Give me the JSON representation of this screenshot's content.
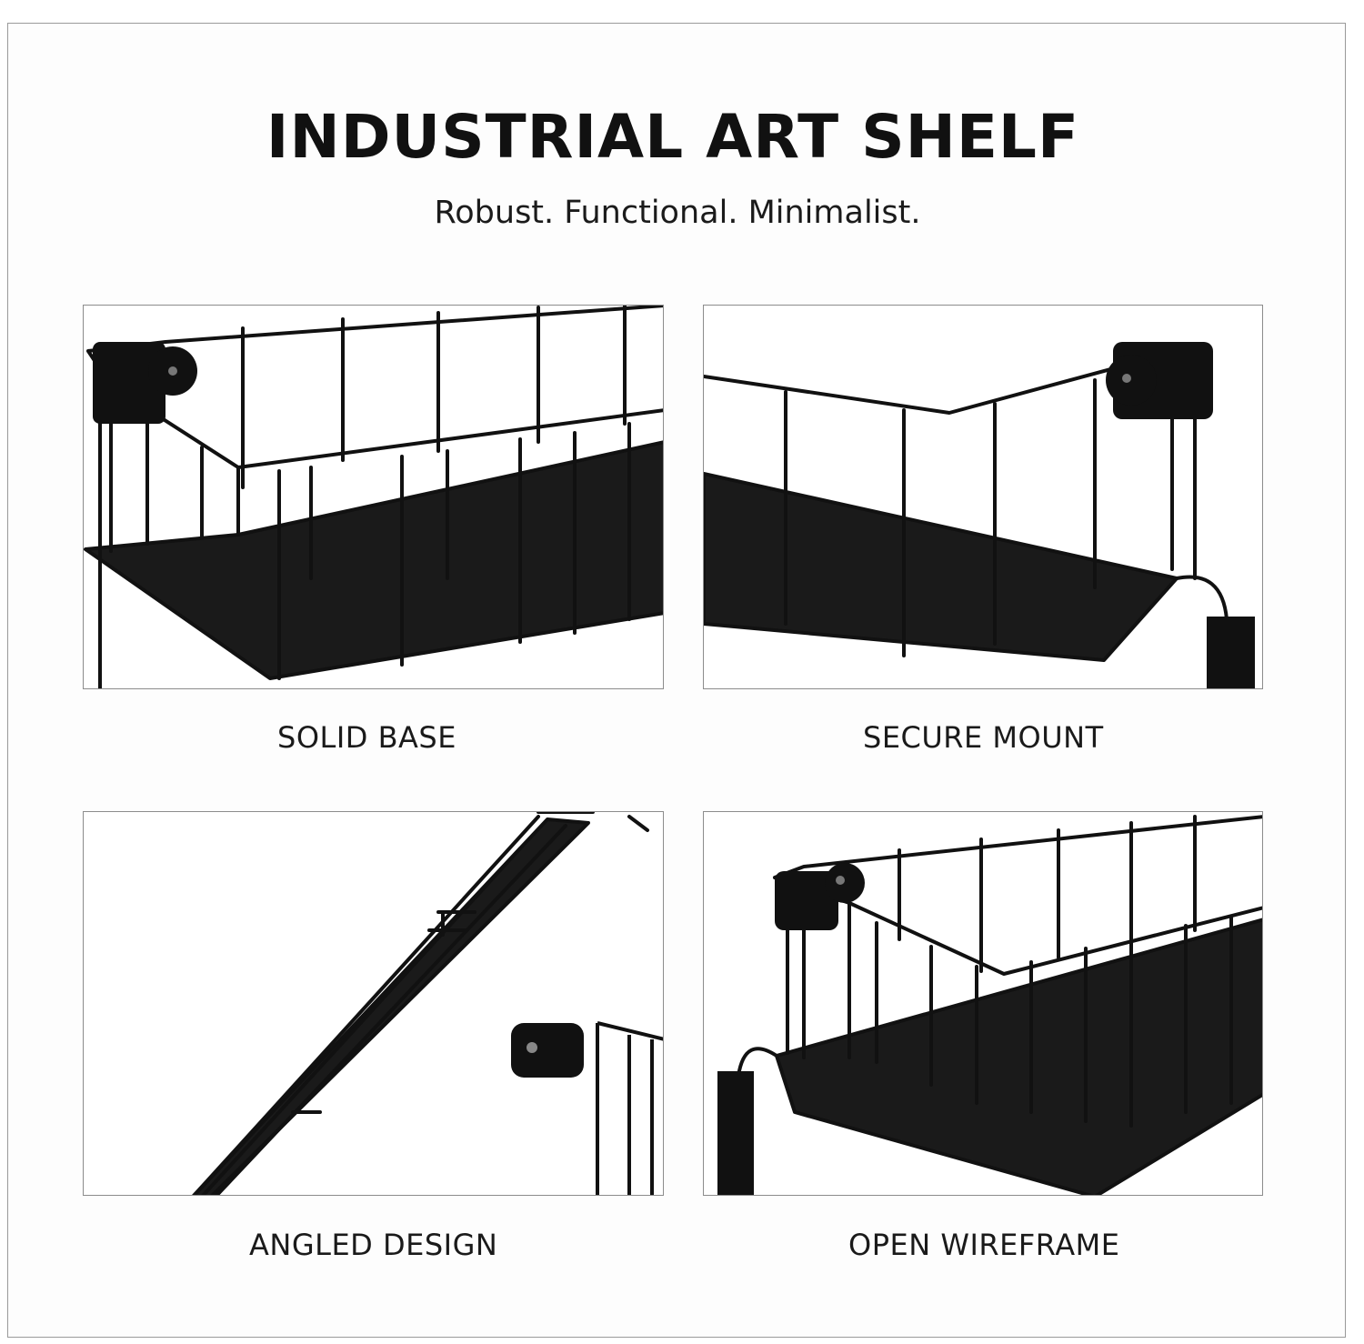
{
  "header": {
    "title": "INDUSTRIAL ART SHELF",
    "subtitle": "Robust. Functional. Minimalist."
  },
  "features": [
    {
      "label": "SOLID BASE",
      "icon": "wire-shelf-front-view"
    },
    {
      "label": "SECURE MOUNT",
      "icon": "wire-shelf-side-view"
    },
    {
      "label": "ANGLED DESIGN",
      "icon": "wire-shelf-profile-view"
    },
    {
      "label": "OPEN WIREFRAME",
      "icon": "wire-shelf-corner-view"
    }
  ],
  "colors": {
    "shelf": "#111111",
    "text": "#111111",
    "background": "#ffffff"
  }
}
